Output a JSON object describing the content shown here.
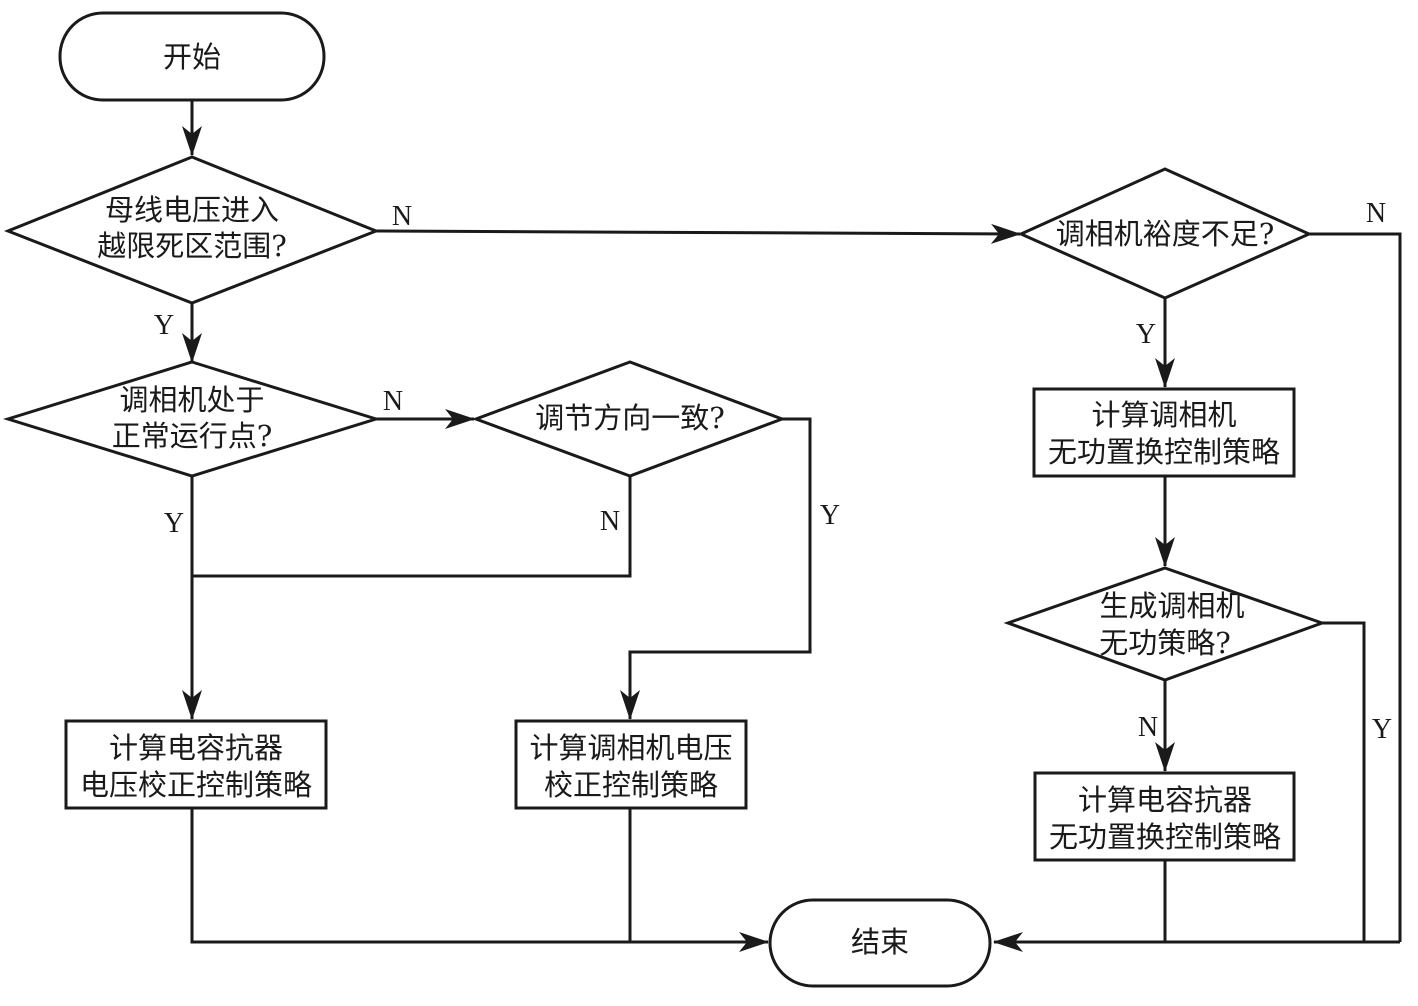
{
  "nodes": {
    "start": {
      "lines": [
        "开始"
      ]
    },
    "check_deadband": {
      "lines": [
        "母线电压进入",
        "越限死区范围?"
      ]
    },
    "check_margin": {
      "lines": [
        "调相机裕度不足?"
      ]
    },
    "check_normal_point": {
      "lines": [
        "调相机处于",
        "正常运行点?"
      ]
    },
    "check_direction": {
      "lines": [
        "调节方向一致?"
      ]
    },
    "calc_compensator_swap": {
      "lines": [
        "计算调相机",
        "无功置换控制策略"
      ]
    },
    "check_generated": {
      "lines": [
        "生成调相机",
        "无功策略?"
      ]
    },
    "calc_capacitor_voltage": {
      "lines": [
        "计算电容抗器",
        "电压校正控制策略"
      ]
    },
    "calc_compensator_voltage": {
      "lines": [
        "计算调相机电压",
        "校正控制策略"
      ]
    },
    "calc_capacitor_swap": {
      "lines": [
        "计算电容抗器",
        "无功置换控制策略"
      ]
    },
    "end": {
      "lines": [
        "结束"
      ]
    }
  },
  "edge_labels": {
    "deadband_no": "N",
    "deadband_yes": "Y",
    "margin_no": "N",
    "margin_yes": "Y",
    "normal_no": "N",
    "normal_yes": "Y",
    "direction_no": "N",
    "direction_yes": "Y",
    "generated_no": "N",
    "generated_yes": "Y"
  },
  "colors": {
    "stroke": "#1a1a1a",
    "fill": "#ffffff"
  }
}
